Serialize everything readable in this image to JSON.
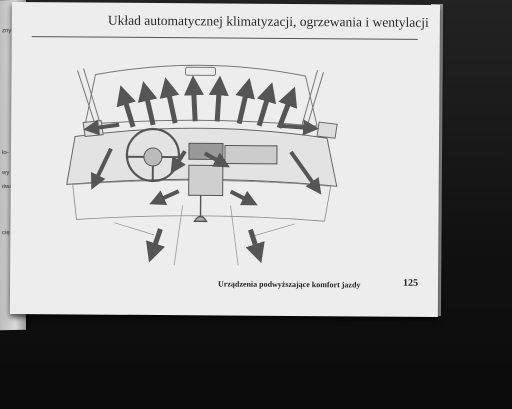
{
  "page": {
    "header_title": "Układ automatycznej klimatyzacji, ogrzewania i wentylacji",
    "footer_caption": "Urządzenia podwyższające komfort jazdy",
    "page_number": "125"
  },
  "left_page_fragments": [
    "zny",
    "ło-",
    "wy",
    "itwa",
    "cię"
  ],
  "illustration": {
    "subject": "car-dashboard-airflow",
    "arrow_color": "#555555"
  }
}
